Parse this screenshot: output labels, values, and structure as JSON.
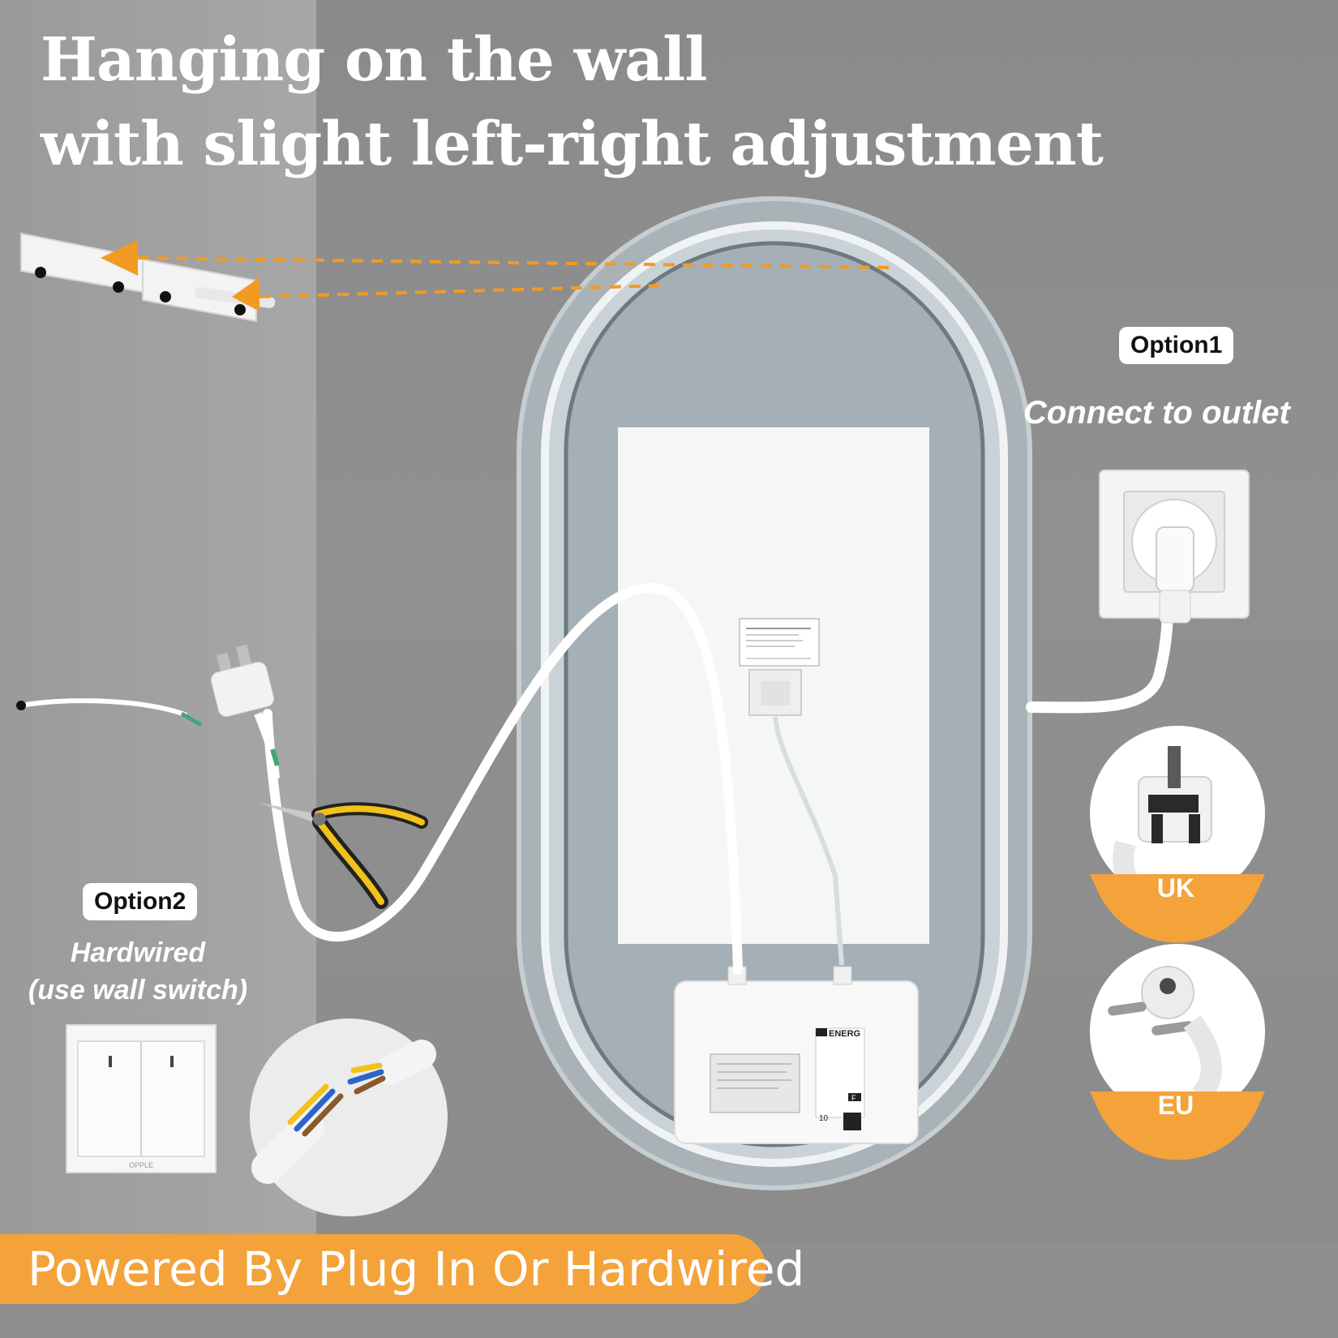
{
  "headline": {
    "line1": "Hanging on the wall",
    "line2": "with slight left-right adjustment"
  },
  "option1": {
    "tag": "Option1",
    "description": "Connect to outlet"
  },
  "option2": {
    "tag": "Option2",
    "line1": "Hardwired",
    "line2": "(use wall switch)"
  },
  "plugs": [
    {
      "label": "UK"
    },
    {
      "label": "EU"
    }
  ],
  "driver": {
    "brand": "ENERG",
    "rating": "F",
    "code": "10"
  },
  "switch": {
    "brand": "OPPLE"
  },
  "banner": {
    "text": "Powered By Plug In Or Hardwired"
  },
  "colors": {
    "accent_orange": "#f4a23a",
    "arrow_orange": "#f28a1e",
    "wire_white": "#ffffff",
    "wire_green": "#3fa77a"
  }
}
